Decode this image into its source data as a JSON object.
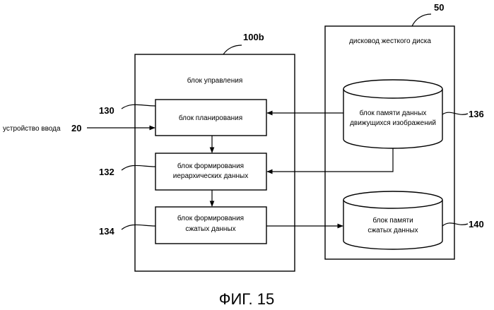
{
  "figure": {
    "caption": "ФИГ. 15"
  },
  "control_unit": {
    "title": "блок управления",
    "ref": "100b",
    "scheduling": {
      "label": "блок планирования",
      "ref": "130"
    },
    "hier_data": {
      "label_line1": "блок формирования",
      "label_line2": "иерархических данных",
      "ref": "132"
    },
    "compressed": {
      "label_line1": "блок формирования",
      "label_line2": "сжатых данных",
      "ref": "134"
    }
  },
  "hdd": {
    "title": "дисковод жесткого диска",
    "ref": "50",
    "video_storage": {
      "label_line1": "блок памяти данных",
      "label_line2": "движущихся изображений",
      "ref": "136"
    },
    "compressed_storage": {
      "label_line1": "блок памяти",
      "label_line2": "сжатых данных",
      "ref": "140"
    }
  },
  "input_device": {
    "label": "устройство ввода",
    "ref": "20"
  }
}
